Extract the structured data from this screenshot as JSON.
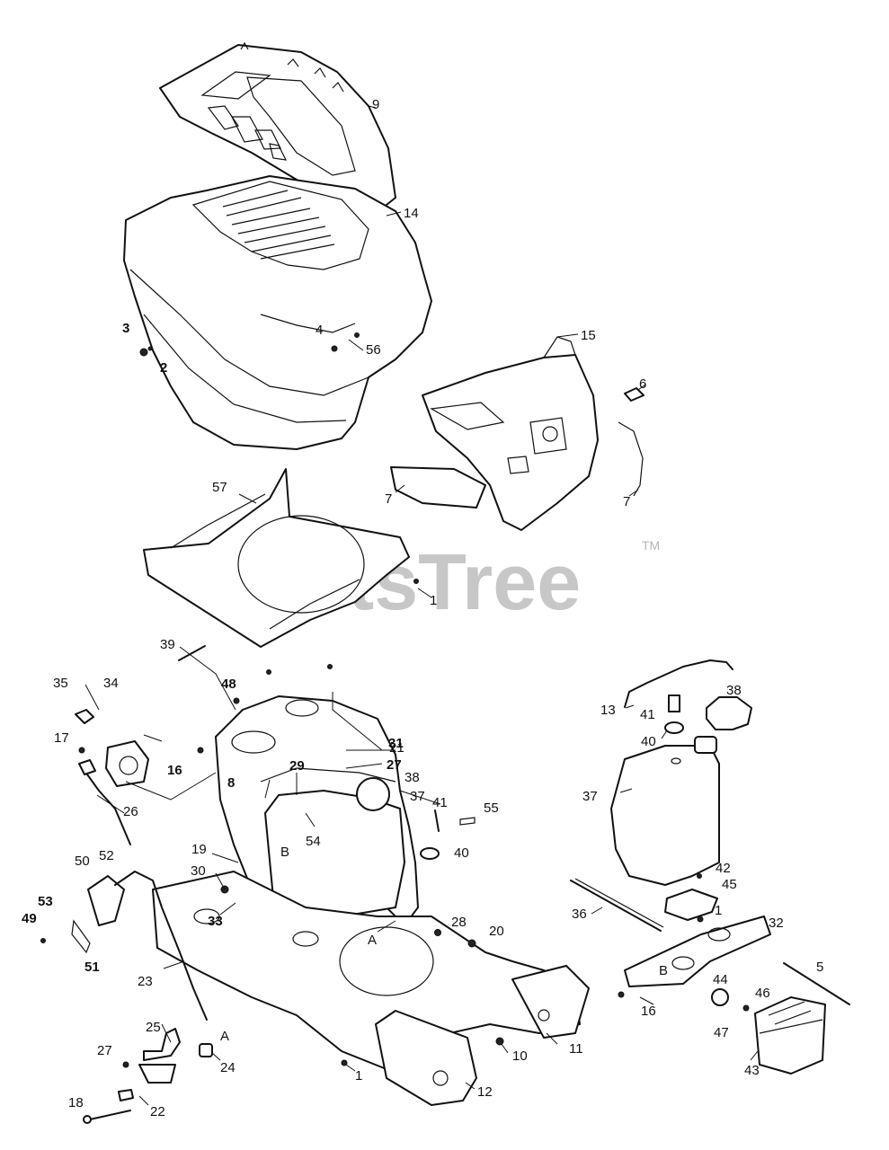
{
  "watermark": {
    "text": "PartsTree",
    "trademark": "TM"
  },
  "callouts": [
    {
      "id": "c9",
      "text": "9",
      "bold": false
    },
    {
      "id": "c14",
      "text": "14",
      "bold": false
    },
    {
      "id": "c3",
      "text": "3",
      "bold": true
    },
    {
      "id": "c2",
      "text": "2",
      "bold": true
    },
    {
      "id": "c4",
      "text": "4",
      "bold": false
    },
    {
      "id": "c56",
      "text": "56",
      "bold": false
    },
    {
      "id": "c15",
      "text": "15",
      "bold": false
    },
    {
      "id": "c6",
      "text": "6",
      "bold": false
    },
    {
      "id": "c7a",
      "text": "7",
      "bold": false
    },
    {
      "id": "c7b",
      "text": "7",
      "bold": false
    },
    {
      "id": "c57",
      "text": "57",
      "bold": false
    },
    {
      "id": "c1a",
      "text": "1",
      "bold": false
    },
    {
      "id": "c39",
      "text": "39",
      "bold": false
    },
    {
      "id": "c35",
      "text": "35",
      "bold": false
    },
    {
      "id": "c34",
      "text": "34",
      "bold": false
    },
    {
      "id": "c48",
      "text": "48",
      "bold": true
    },
    {
      "id": "c21",
      "text": "21",
      "bold": false
    },
    {
      "id": "c31",
      "text": "31",
      "bold": true
    },
    {
      "id": "c27a",
      "text": "27",
      "bold": true
    },
    {
      "id": "c17",
      "text": "17",
      "bold": false
    },
    {
      "id": "c16a",
      "text": "16",
      "bold": true
    },
    {
      "id": "c8",
      "text": "8",
      "bold": true
    },
    {
      "id": "c29",
      "text": "29",
      "bold": true
    },
    {
      "id": "c38a",
      "text": "38",
      "bold": false
    },
    {
      "id": "c37a",
      "text": "37",
      "bold": false
    },
    {
      "id": "c26",
      "text": "26",
      "bold": false
    },
    {
      "id": "c41a",
      "text": "41",
      "bold": false
    },
    {
      "id": "c55",
      "text": "55",
      "bold": false
    },
    {
      "id": "c54",
      "text": "54",
      "bold": false
    },
    {
      "id": "c19",
      "text": "19",
      "bold": false
    },
    {
      "id": "cB1",
      "text": "B",
      "bold": false
    },
    {
      "id": "c40a",
      "text": "40",
      "bold": false
    },
    {
      "id": "c30",
      "text": "30",
      "bold": false
    },
    {
      "id": "c50",
      "text": "50",
      "bold": false
    },
    {
      "id": "c52",
      "text": "52",
      "bold": false
    },
    {
      "id": "c53",
      "text": "53",
      "bold": false
    },
    {
      "id": "c49",
      "text": "49",
      "bold": false
    },
    {
      "id": "c51",
      "text": "51",
      "bold": false
    },
    {
      "id": "c33",
      "text": "33",
      "bold": false
    },
    {
      "id": "c28",
      "text": "28",
      "bold": false
    },
    {
      "id": "c20",
      "text": "20",
      "bold": false
    },
    {
      "id": "cA1",
      "text": "A",
      "bold": false
    },
    {
      "id": "c23",
      "text": "23",
      "bold": false
    },
    {
      "id": "c25",
      "text": "25",
      "bold": false
    },
    {
      "id": "cA2",
      "text": "A",
      "bold": false
    },
    {
      "id": "c27b",
      "text": "27",
      "bold": false
    },
    {
      "id": "c24",
      "text": "24",
      "bold": false
    },
    {
      "id": "c18",
      "text": "18",
      "bold": false
    },
    {
      "id": "c22",
      "text": "22",
      "bold": false
    },
    {
      "id": "c1b",
      "text": "1",
      "bold": false
    },
    {
      "id": "c10",
      "text": "10",
      "bold": false
    },
    {
      "id": "c11",
      "text": "11",
      "bold": false
    },
    {
      "id": "c12",
      "text": "12",
      "bold": false
    },
    {
      "id": "c13",
      "text": "13",
      "bold": false
    },
    {
      "id": "c41b",
      "text": "41",
      "bold": false
    },
    {
      "id": "c38b",
      "text": "38",
      "bold": false
    },
    {
      "id": "c40b",
      "text": "40",
      "bold": false
    },
    {
      "id": "c37b",
      "text": "37",
      "bold": false
    },
    {
      "id": "c42",
      "text": "42",
      "bold": false
    },
    {
      "id": "c45",
      "text": "45",
      "bold": false
    },
    {
      "id": "c32",
      "text": "32",
      "bold": false
    },
    {
      "id": "c1c",
      "text": "1",
      "bold": false
    },
    {
      "id": "c36",
      "text": "36",
      "bold": false
    },
    {
      "id": "cB2",
      "text": "B",
      "bold": false
    },
    {
      "id": "c5",
      "text": "5",
      "bold": false
    },
    {
      "id": "c16b",
      "text": "16",
      "bold": false
    },
    {
      "id": "c44",
      "text": "44",
      "bold": false
    },
    {
      "id": "c46",
      "text": "46",
      "bold": false
    },
    {
      "id": "c47",
      "text": "47",
      "bold": false
    },
    {
      "id": "c43",
      "text": "43",
      "bold": false
    }
  ]
}
